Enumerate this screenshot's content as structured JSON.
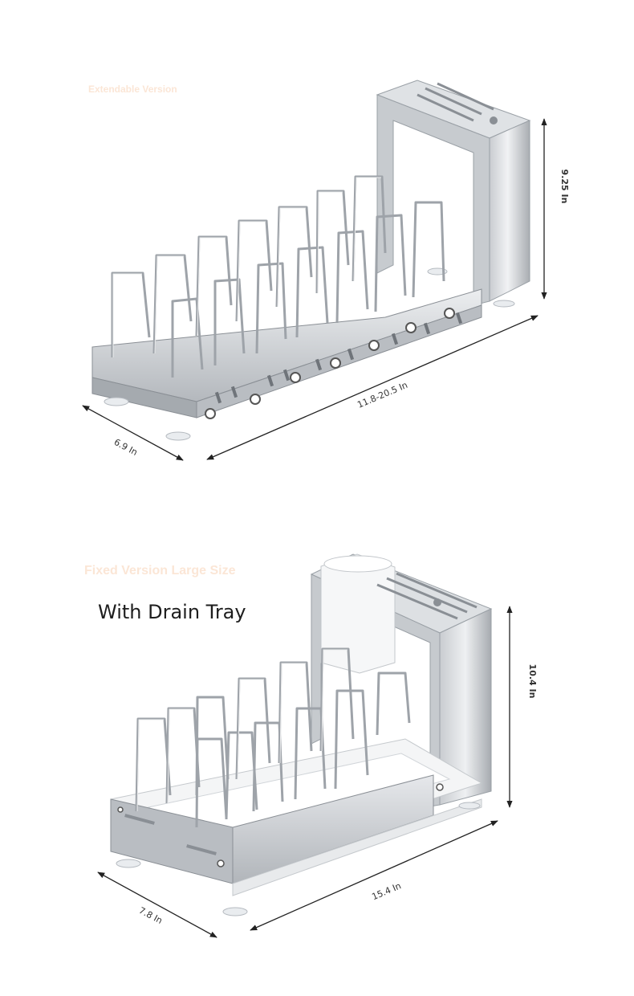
{
  "top_product": {
    "faint_label": "Extendable Version",
    "dimensions": {
      "height": "9.25 In",
      "length": "11.8-20.5 In",
      "depth": "6.9 In"
    }
  },
  "bottom_product": {
    "faint_label": "Fixed Version Large Size",
    "headline": "With Drain Tray",
    "dimensions": {
      "height": "10.4 In",
      "length": "15.4 In",
      "depth": "7.8 In"
    }
  },
  "colors": {
    "steel_light": "#e4e6e9",
    "steel_mid": "#b9bdc2",
    "steel_dark": "#8a8f95",
    "faint_label": "#fbe6d6",
    "dimension_line": "#222222"
  }
}
